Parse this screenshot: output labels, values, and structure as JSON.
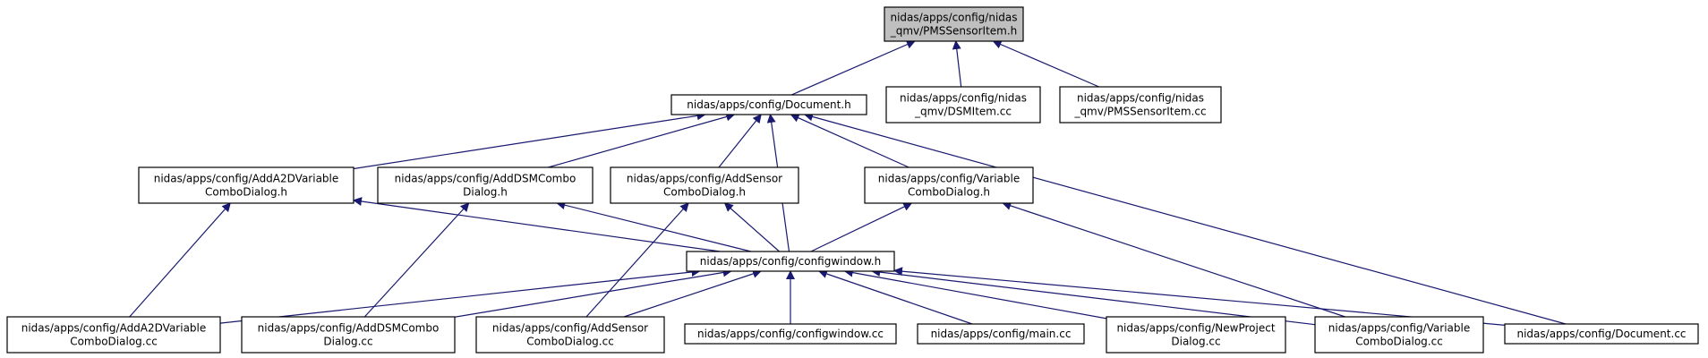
{
  "edge_color": "#191970",
  "highlight_fill": "#bfbfbf",
  "nodes": [
    {
      "id": "pms_h",
      "lines": [
        "nidas/apps/config/nidas",
        "_qmv/PMSSensorItem.h"
      ],
      "highlight": true
    },
    {
      "id": "document_h",
      "lines": [
        "nidas/apps/config/Document.h"
      ]
    },
    {
      "id": "dsmitem_cc",
      "lines": [
        "nidas/apps/config/nidas",
        "_qmv/DSMItem.cc"
      ]
    },
    {
      "id": "pms_cc",
      "lines": [
        "nidas/apps/config/nidas",
        "_qmv/PMSSensorItem.cc"
      ]
    },
    {
      "id": "adda2d_h",
      "lines": [
        "nidas/apps/config/AddA2DVariable",
        "ComboDialog.h"
      ]
    },
    {
      "id": "adddsm_h",
      "lines": [
        "nidas/apps/config/AddDSMCombo",
        "Dialog.h"
      ]
    },
    {
      "id": "addsensor_h",
      "lines": [
        "nidas/apps/config/AddSensor",
        "ComboDialog.h"
      ]
    },
    {
      "id": "variable_h",
      "lines": [
        "nidas/apps/config/Variable",
        "ComboDialog.h"
      ]
    },
    {
      "id": "configwindow_h",
      "lines": [
        "nidas/apps/config/configwindow.h"
      ]
    },
    {
      "id": "adda2d_cc",
      "lines": [
        "nidas/apps/config/AddA2DVariable",
        "ComboDialog.cc"
      ]
    },
    {
      "id": "adddsm_cc",
      "lines": [
        "nidas/apps/config/AddDSMCombo",
        "Dialog.cc"
      ]
    },
    {
      "id": "addsensor_cc",
      "lines": [
        "nidas/apps/config/AddSensor",
        "ComboDialog.cc"
      ]
    },
    {
      "id": "configwindow_cc",
      "lines": [
        "nidas/apps/config/configwindow.cc"
      ]
    },
    {
      "id": "main_cc",
      "lines": [
        "nidas/apps/config/main.cc"
      ]
    },
    {
      "id": "newproject_cc",
      "lines": [
        "nidas/apps/config/NewProject",
        "Dialog.cc"
      ]
    },
    {
      "id": "variable_cc",
      "lines": [
        "nidas/apps/config/Variable",
        "ComboDialog.cc"
      ]
    },
    {
      "id": "document_cc",
      "lines": [
        "nidas/apps/config/Document.cc"
      ]
    }
  ],
  "edges": [
    {
      "from": "document_h",
      "to": "pms_h"
    },
    {
      "from": "dsmitem_cc",
      "to": "pms_h"
    },
    {
      "from": "pms_cc",
      "to": "pms_h"
    },
    {
      "from": "adda2d_h",
      "to": "document_h"
    },
    {
      "from": "adddsm_h",
      "to": "document_h"
    },
    {
      "from": "addsensor_h",
      "to": "document_h"
    },
    {
      "from": "variable_h",
      "to": "document_h"
    },
    {
      "from": "configwindow_h",
      "to": "document_h"
    },
    {
      "from": "document_cc",
      "to": "document_h"
    },
    {
      "from": "configwindow_h",
      "to": "adda2d_h"
    },
    {
      "from": "configwindow_h",
      "to": "adddsm_h"
    },
    {
      "from": "configwindow_h",
      "to": "addsensor_h"
    },
    {
      "from": "configwindow_h",
      "to": "variable_h"
    },
    {
      "from": "adda2d_cc",
      "to": "adda2d_h"
    },
    {
      "from": "adddsm_cc",
      "to": "adddsm_h"
    },
    {
      "from": "addsensor_cc",
      "to": "addsensor_h"
    },
    {
      "from": "variable_cc",
      "to": "variable_h"
    },
    {
      "from": "adda2d_cc",
      "to": "configwindow_h"
    },
    {
      "from": "adddsm_cc",
      "to": "configwindow_h"
    },
    {
      "from": "addsensor_cc",
      "to": "configwindow_h"
    },
    {
      "from": "configwindow_cc",
      "to": "configwindow_h"
    },
    {
      "from": "main_cc",
      "to": "configwindow_h"
    },
    {
      "from": "newproject_cc",
      "to": "configwindow_h"
    },
    {
      "from": "variable_cc",
      "to": "configwindow_h"
    },
    {
      "from": "document_cc",
      "to": "configwindow_h"
    }
  ]
}
